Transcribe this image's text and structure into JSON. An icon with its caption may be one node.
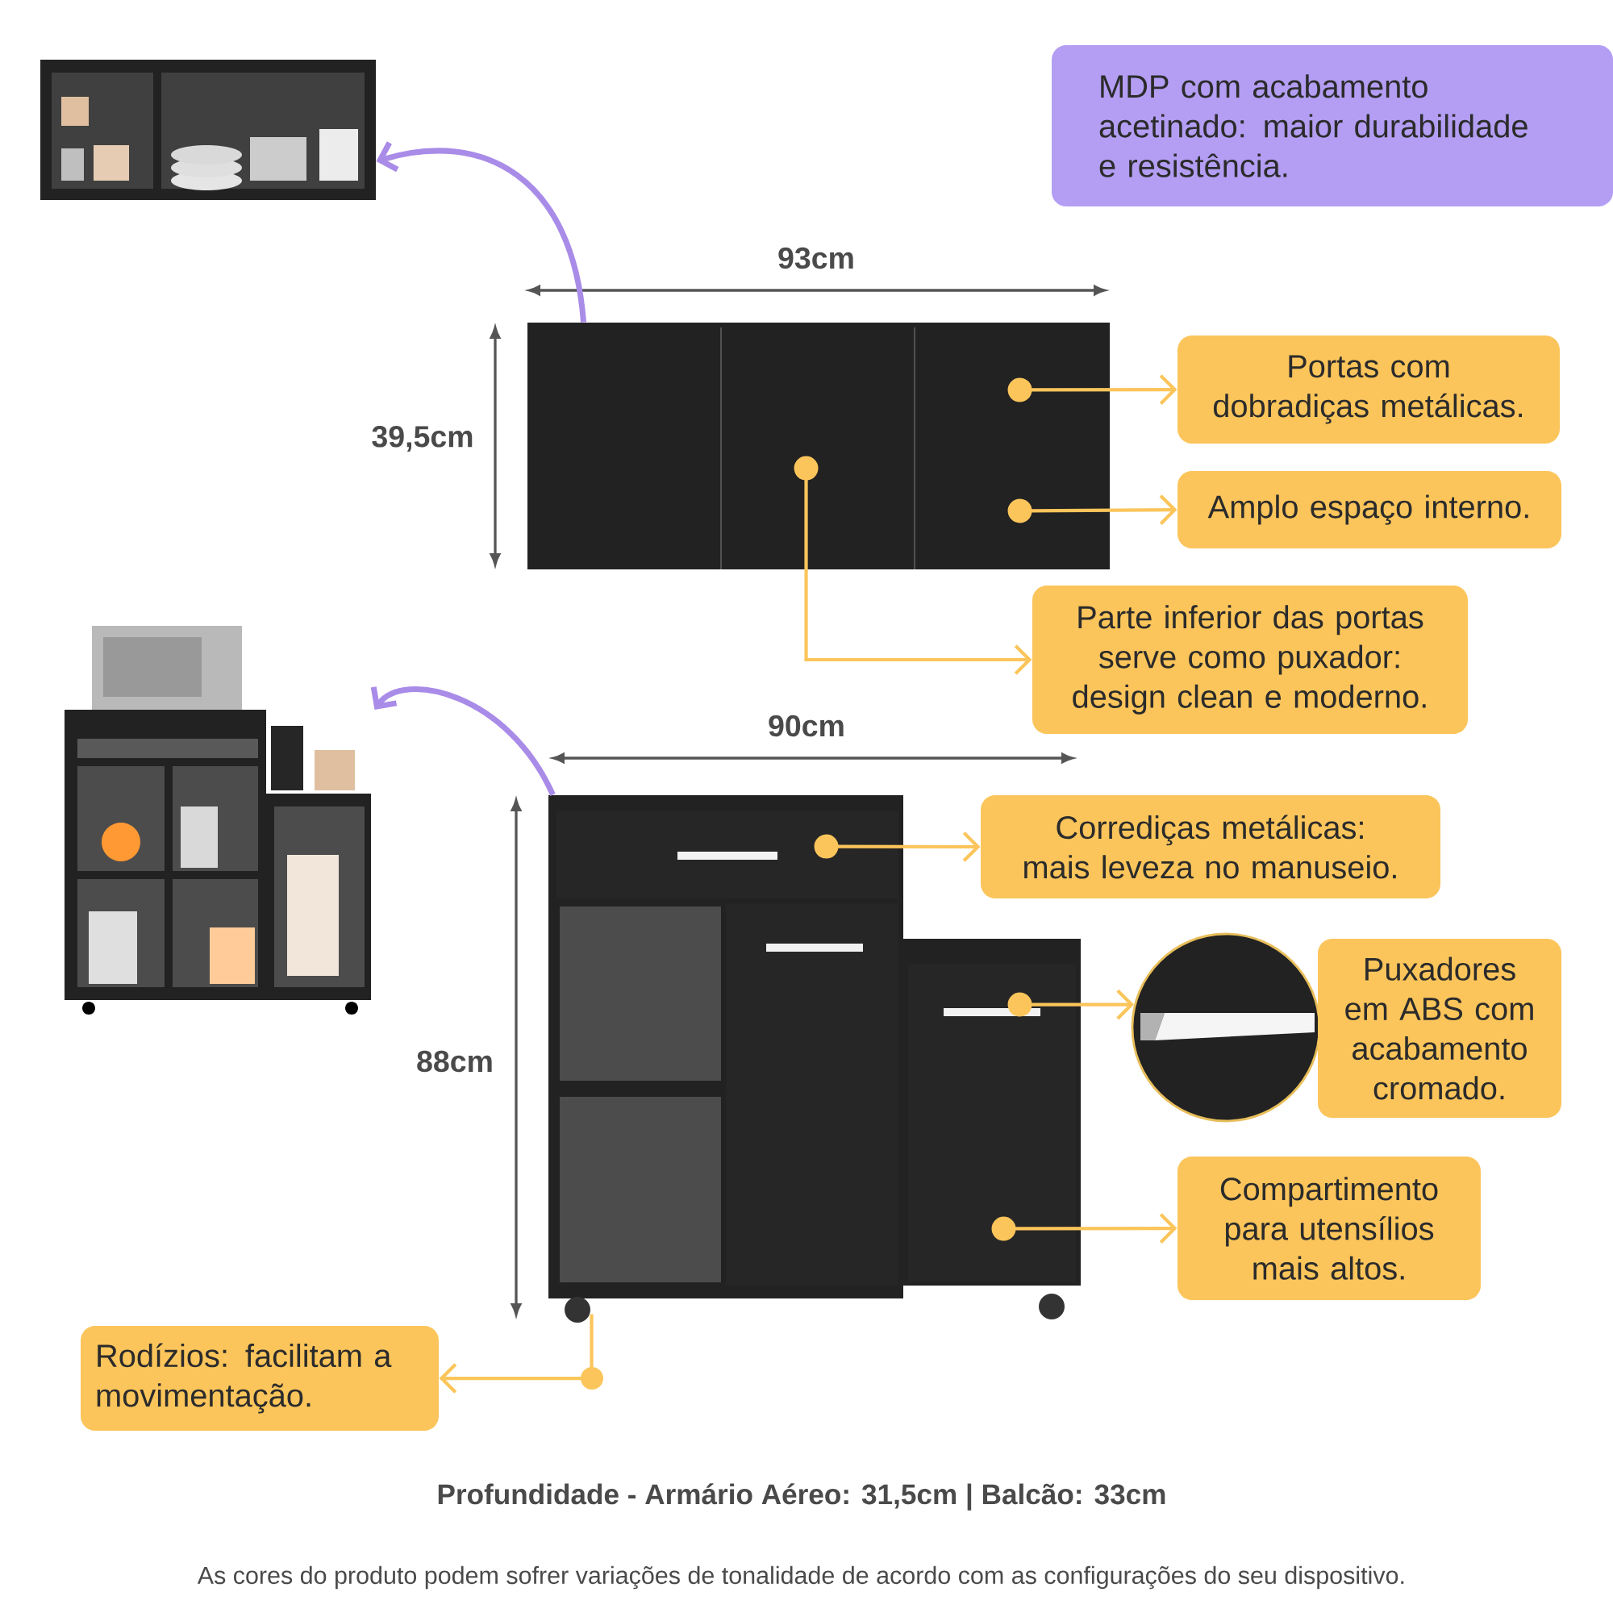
{
  "diagram": {
    "nodes": [
      {
        "text": [
          "MDP com acabamento acetinado: maior durabilidade e resistência."
        ]
      },
      {
        "text": [],
        "shape": "picture"
      },
      {
        "text": [],
        "shape": "picture"
      },
      {
        "text": [
          "Portas com dobradiças metálicas."
        ]
      },
      {
        "text": [
          "Amplo espaço interno."
        ]
      },
      {
        "text": [
          "Parte inferior das portas serve como puxador: design clean e moderno."
        ]
      },
      {
        "text": [],
        "shape": "picture"
      },
      {
        "text": [],
        "shape": "picture"
      },
      {
        "text": [
          "Corrediças metálicas: mais leveza no manuseio."
        ]
      },
      {
        "text": [],
        "shape": "circle"
      },
      {
        "text": [
          "Puxadores em ABS com acabamento cromado."
        ]
      },
      {
        "text": [
          "Compartimento para utensílios mais altos."
        ]
      },
      {
        "text": [
          "Rodízios: facilitam a movimentação."
        ]
      }
    ],
    "edges": [
      {
        "from": 2,
        "to": 1,
        "arrow": "to",
        "color": "#a98be8"
      },
      {
        "from": 2,
        "to": 3,
        "arrow": "to"
      },
      {
        "from": 2,
        "to": 4,
        "arrow": "to"
      },
      {
        "from": 2,
        "to": 5,
        "arrow": "to"
      },
      {
        "from": 7,
        "to": 6,
        "arrow": "to",
        "color": "#a98be8"
      },
      {
        "from": 7,
        "to": 8,
        "arrow": "to"
      },
      {
        "from": 7,
        "to": 9,
        "arrow": "to"
      },
      {
        "from": 7,
        "to": 11,
        "arrow": "to"
      },
      {
        "from": 7,
        "to": 12,
        "arrow": "to"
      }
    ],
    "labels": [
      "93cm",
      "39,5cm",
      "90cm",
      "88cm",
      "Profundidade - Armário Aéreo: 31,5cm | Balcão:  33cm",
      "As cores do produto podem sofrer variações de tonalidade de acordo com as configurações do seu dispositivo."
    ]
  }
}
